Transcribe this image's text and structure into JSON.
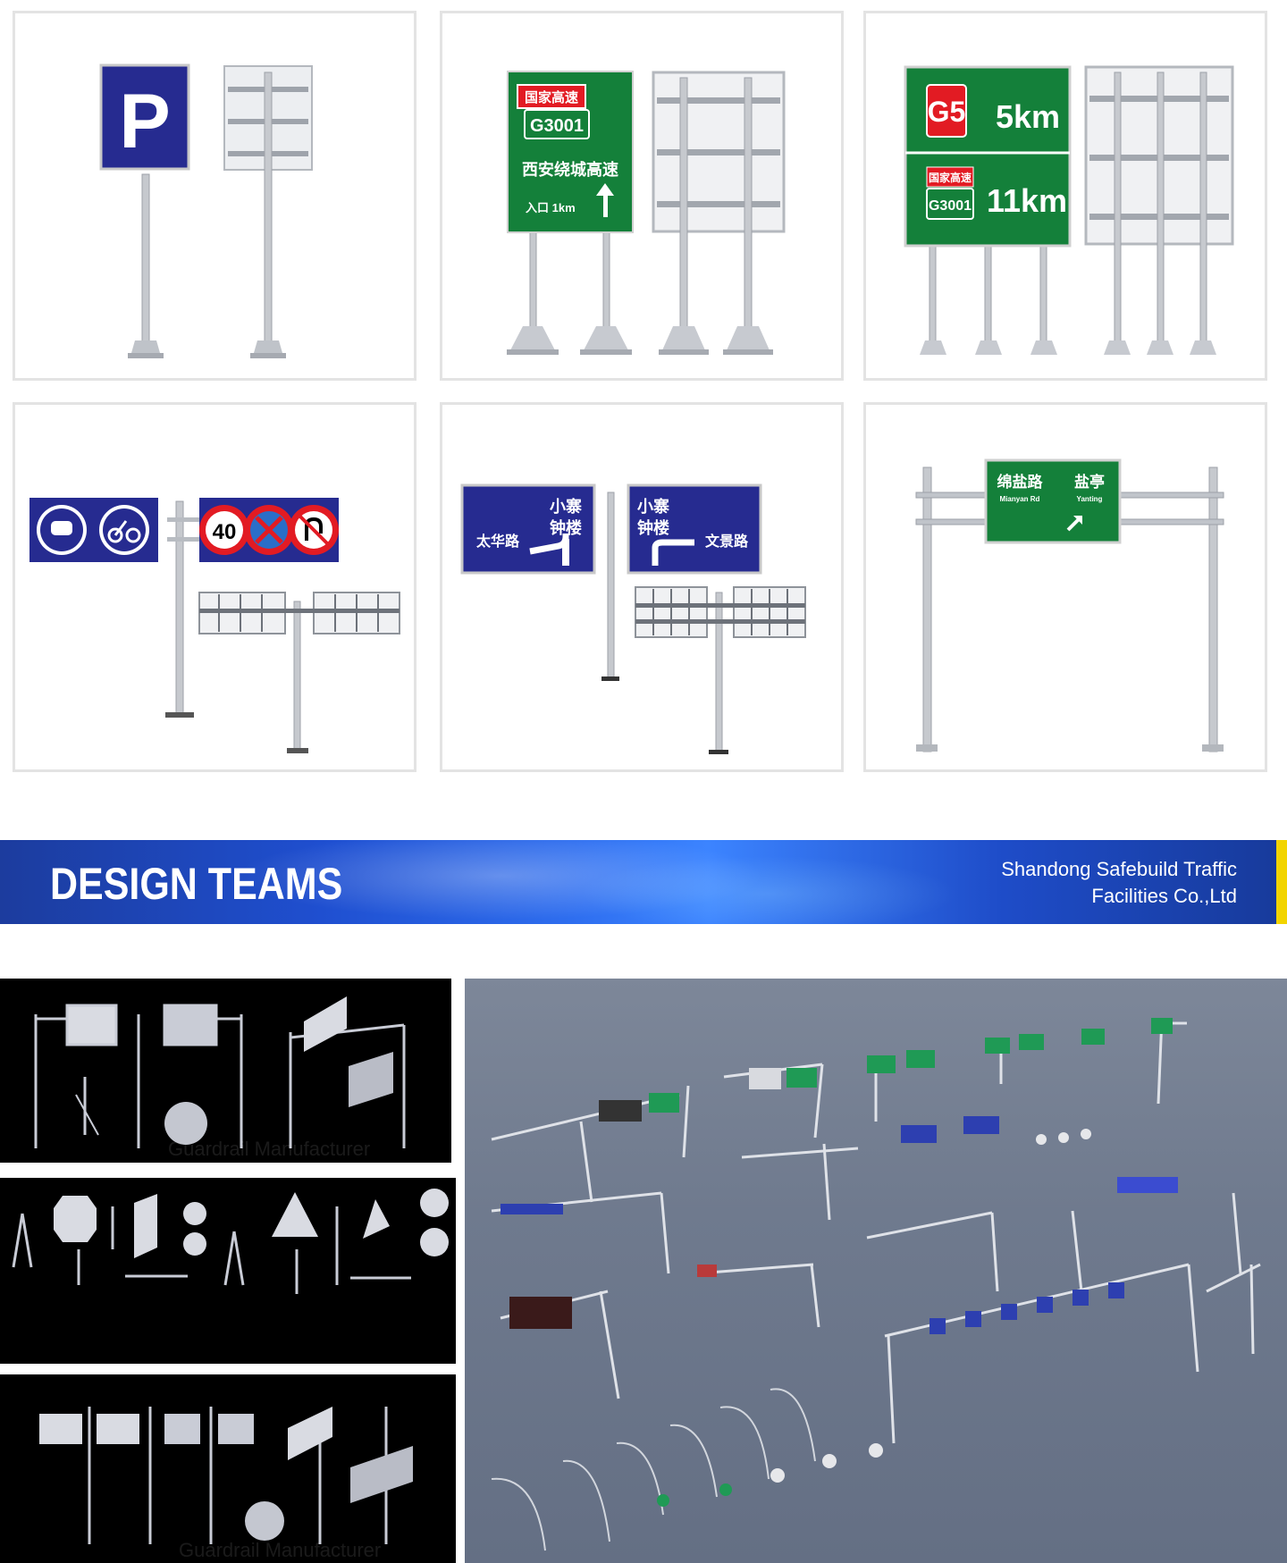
{
  "banner": {
    "title": "DESIGN TEAMS",
    "company_line1": "Shandong Safebuild Traffic",
    "company_line2": "Facilities Co.,Ltd",
    "accent_color": "#f2d400"
  },
  "cards": {
    "parking": {
      "letter": "P"
    },
    "expressway": {
      "top_label": "国家高速",
      "route": "G3001",
      "road_name": "西安绕城高速",
      "entrance": "入口 1km"
    },
    "distance": {
      "route_a": "G5",
      "dist_a": "5km",
      "route_b_label": "国家高速",
      "route_b": "G3001",
      "dist_b": "11km"
    },
    "prohibition": {
      "speed_limit": "40"
    },
    "direction": {
      "left_top": "小寨",
      "left_mid": "钟楼",
      "left_road": "太华路",
      "right_top": "小寨",
      "right_mid": "钟楼",
      "right_road": "文景路"
    },
    "gantry": {
      "left_cn": "绵盐路",
      "left_en": "Mianyan Rd",
      "right_cn": "盐亭",
      "right_en": "Yanting"
    }
  },
  "watermarks": {
    "text": "Guardrail Manufacturer"
  },
  "colors": {
    "sign_blue": "#2a2f9c",
    "sign_green": "#13803a",
    "sign_red": "#e21b23",
    "steel": "#c9ccd1"
  }
}
